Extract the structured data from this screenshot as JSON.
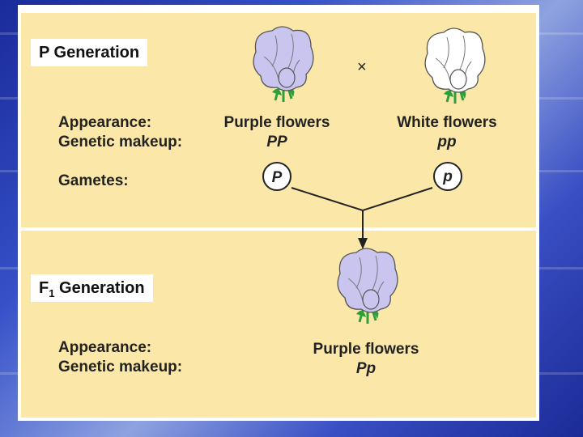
{
  "p_generation": {
    "title": "P Generation",
    "cross_symbol": "×",
    "appearance_label": "Appearance:",
    "genetic_label": "Genetic makeup:",
    "gametes_label": "Gametes:",
    "parent1": {
      "appearance": "Purple flowers",
      "genotype": "PP",
      "gamete": "P",
      "flower_color": "#c9c5ee"
    },
    "parent2": {
      "appearance": "White flowers",
      "genotype": "pp",
      "gamete": "p",
      "flower_color": "#ffffff"
    }
  },
  "f1_generation": {
    "title_main": "F",
    "title_sub": "1",
    "title_rest": " Generation",
    "appearance_label": "Appearance:",
    "genetic_label": "Genetic makeup:",
    "offspring": {
      "appearance": "Purple flowers",
      "genotype": "Pp",
      "flower_color": "#c9c5ee"
    }
  },
  "colors": {
    "panel": "#fbe8a8",
    "frame": "#ffffff",
    "background": "#2b3fb8",
    "leaf": "#2f9e3a",
    "line": "#222222"
  }
}
